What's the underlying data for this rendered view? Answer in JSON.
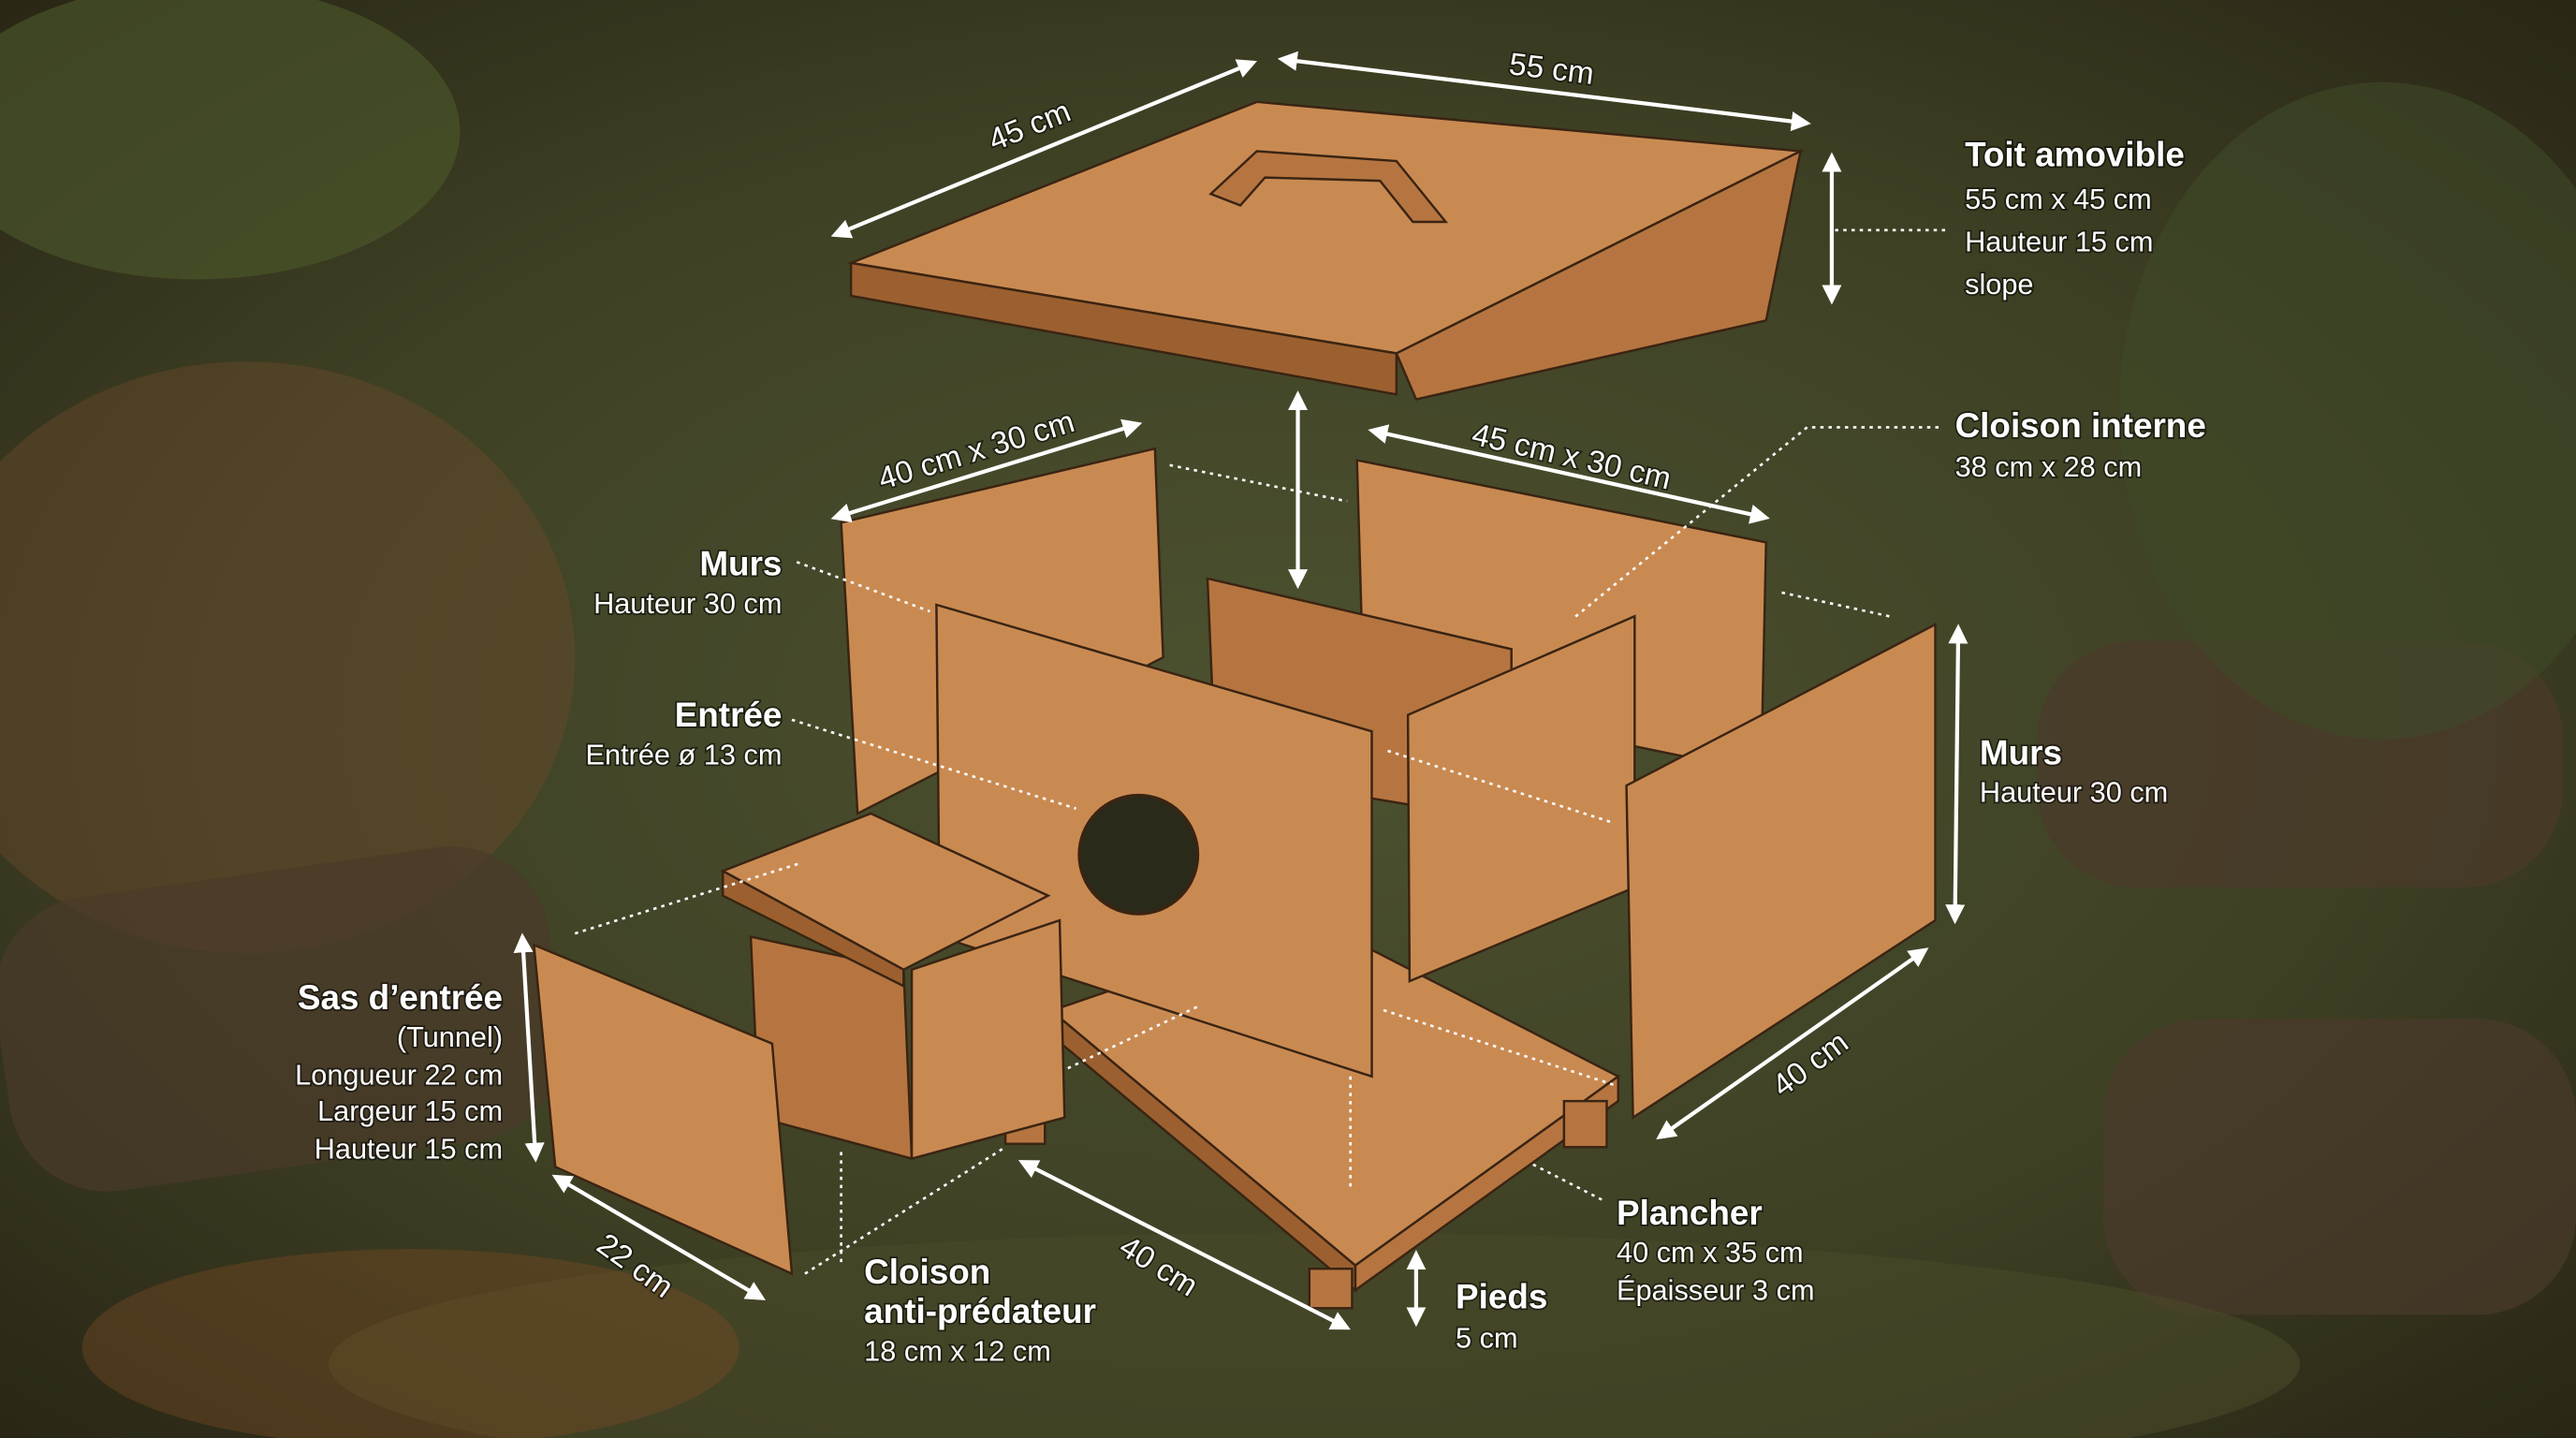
{
  "dimensions": {
    "roof_depth": "45 cm",
    "roof_width": "55 cm",
    "left_wall": "40 cm x 30 cm",
    "back_wall": "45 cm x 30 cm",
    "tunnel_length": "22 cm",
    "floor_front": "40 cm",
    "floor_side": "40 cm"
  },
  "labels": {
    "roof": {
      "title": "Toit amovible",
      "lines": [
        "55 cm x 45 cm",
        "Hauteur 15 cm",
        "slope"
      ]
    },
    "inner_partition": {
      "title": "Cloison interne",
      "lines": [
        "38 cm x 28 cm"
      ]
    },
    "walls_left": {
      "title": "Murs",
      "lines": [
        "Hauteur 30 cm"
      ]
    },
    "entrance": {
      "title": "Entrée",
      "lines": [
        "Entrée ø 13 cm"
      ]
    },
    "walls_right": {
      "title": "Murs",
      "lines": [
        "Hauteur 30 cm"
      ]
    },
    "airlock": {
      "title": "Sas d’entrée",
      "lines": [
        "(Tunnel)",
        "Longueur 22 cm",
        "Largeur 15 cm",
        "Hauteur 15 cm"
      ]
    },
    "anti_predator": {
      "title": [
        "Cloison",
        "anti-prédateur"
      ],
      "lines": [
        "18 cm x 12 cm"
      ]
    },
    "feet": {
      "title": "Pieds",
      "lines": [
        "5 cm"
      ]
    },
    "floor": {
      "title": "Plancher",
      "lines": [
        "40 cm x 35 cm",
        "Épaisseur 3 cm"
      ]
    }
  },
  "colors": {
    "wood": "#c98a52",
    "annotation": "#ffffff",
    "background": "#3b3a26"
  }
}
